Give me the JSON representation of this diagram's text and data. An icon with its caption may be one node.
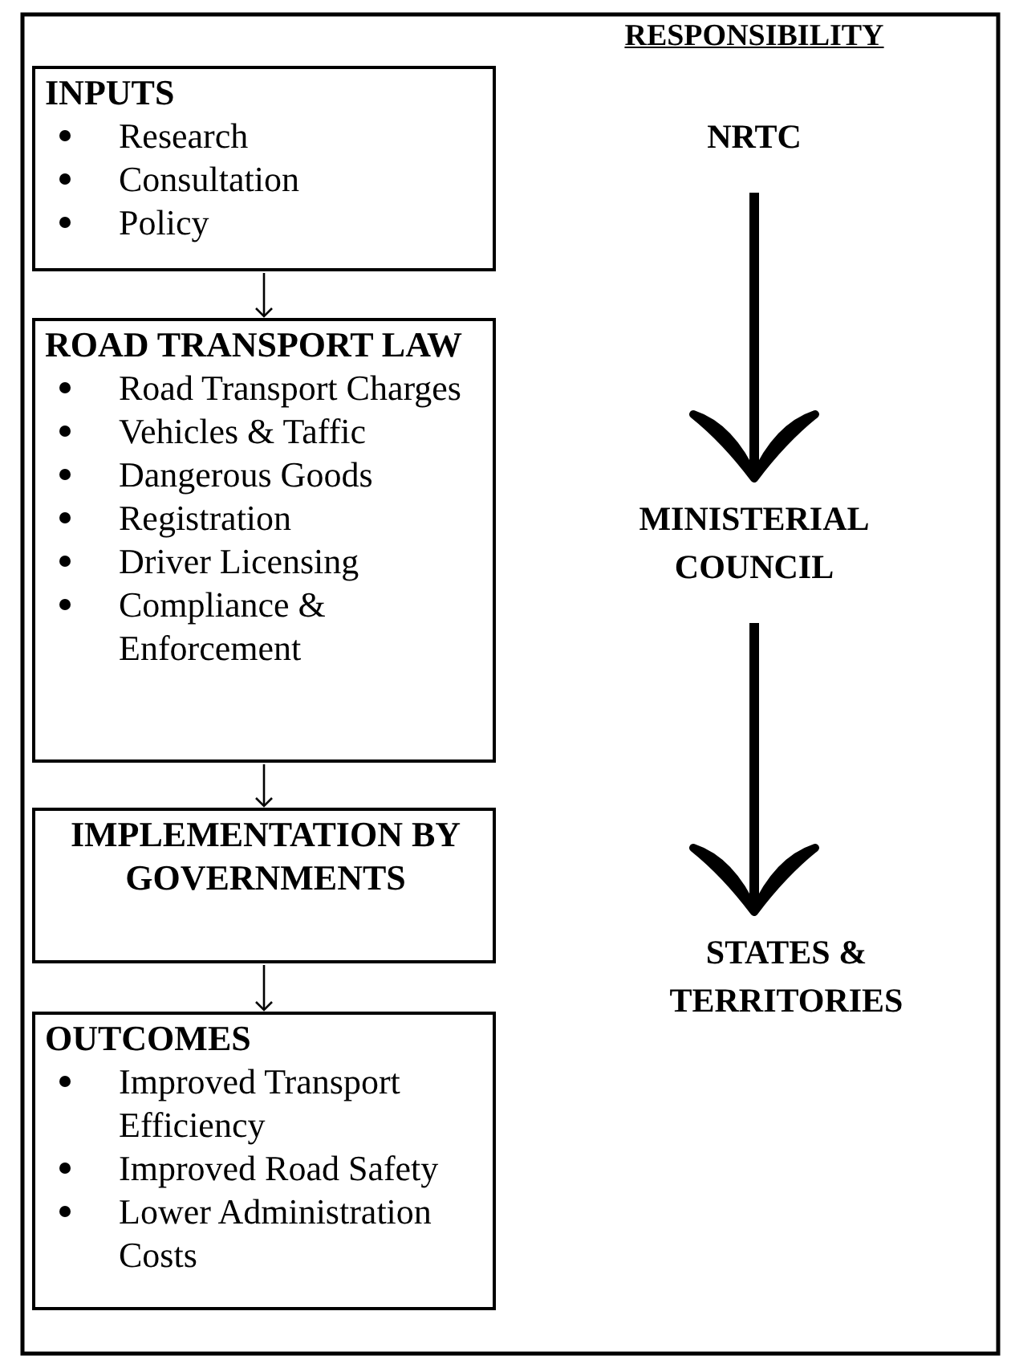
{
  "diagram": {
    "nodes": [
      {
        "text": [
          "INPUTS",
          "Research",
          "Consultation",
          "Policy"
        ]
      },
      {
        "text": [
          "ROAD TRANSPORT LAW",
          "Road Transport Charges",
          "Vehicles & Taffic",
          "Dangerous Goods",
          "Registration",
          "Driver Licensing",
          "Compliance & Enforcement"
        ]
      },
      {
        "text": [
          "IMPLEMENTATION BY GOVERNMENTS"
        ]
      },
      {
        "text": [
          "OUTCOMES",
          "Improved Transport Efficiency",
          "Improved Road Safety",
          "Lower Administration Costs"
        ]
      },
      {
        "text": [
          "NRTC"
        ]
      },
      {
        "text": [
          "MINISTERIAL COUNCIL"
        ]
      },
      {
        "text": [
          "STATES & TERRITORIES"
        ]
      }
    ],
    "edges": [
      {
        "from": 0,
        "to": 1,
        "arrow": "to"
      },
      {
        "from": 1,
        "to": 2,
        "arrow": "to"
      },
      {
        "from": 2,
        "to": 3,
        "arrow": "to"
      },
      {
        "from": 4,
        "to": 5,
        "arrow": "to",
        "style": "thick"
      },
      {
        "from": 5,
        "to": 6,
        "arrow": "to",
        "style": "thick"
      }
    ],
    "labels": [
      "RESPONSIBILITY"
    ]
  }
}
